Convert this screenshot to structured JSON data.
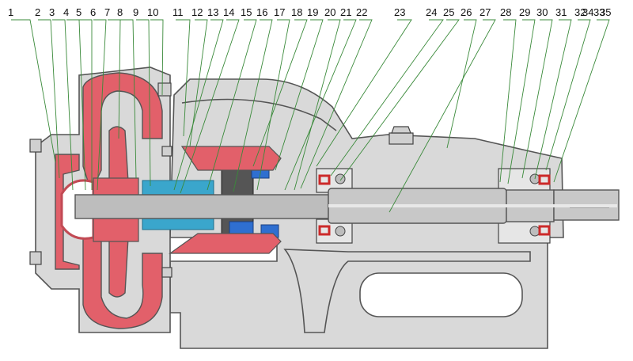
{
  "colors": {
    "housing": "#d9d9d9",
    "outline": "#555555",
    "pump_red": "#e2606a",
    "sleeve_blue": "#3aa6cc",
    "seal_blue": "#2f6fd0",
    "shaft": "#bdbdbd",
    "bearing_red": "#cc2a2a",
    "leader": "#3a8a3a",
    "label_text": "#111111"
  },
  "labels": [
    "1",
    "2",
    "3",
    "4",
    "5",
    "6",
    "7",
    "8",
    "9",
    "10",
    "11",
    "12",
    "13",
    "14",
    "15",
    "16",
    "17",
    "18",
    "19",
    "20",
    "21",
    "22",
    "23",
    "24",
    "25",
    "26",
    "27",
    "28",
    "29",
    "30",
    "31",
    "32",
    "33",
    "34",
    "35"
  ]
}
